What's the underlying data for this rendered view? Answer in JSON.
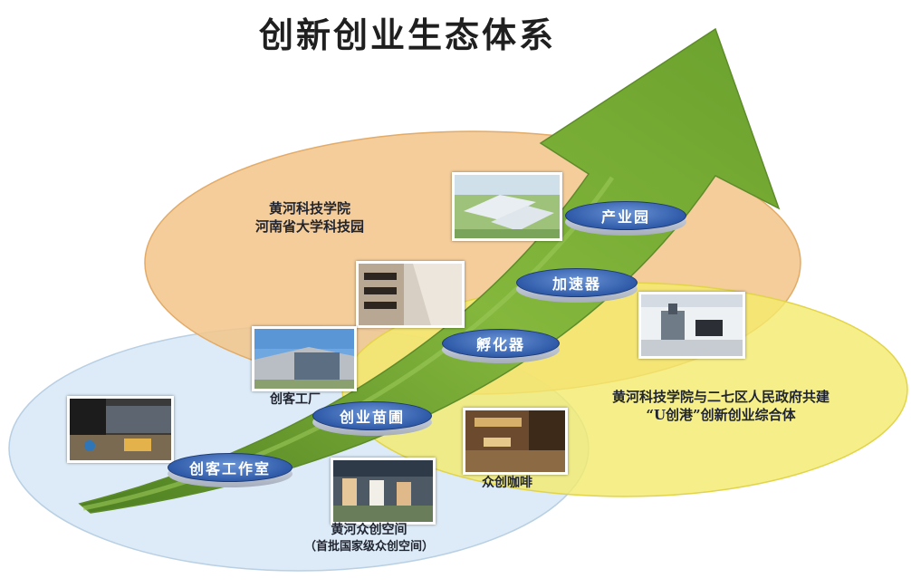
{
  "title": "创新创业生态体系",
  "zones": {
    "science_park": [
      "黄河科技学院",
      "河南省大学科技园"
    ],
    "u_chuanggang": [
      "黄河科技学院与二七区人民政府共建",
      "“U创港”创新创业综合体"
    ]
  },
  "stages": [
    "创客工作室",
    "创业苗圃",
    "孵化器",
    "加速器",
    "产业园"
  ],
  "photo_captions": {
    "maker_factory": "创客工厂",
    "cafe": "众创咖啡",
    "space": [
      "黄河众创空间",
      "（首批国家级众创空间）"
    ]
  },
  "colors": {
    "orange_zone": "#f2c48a",
    "yellow_zone": "#f3ea6a",
    "blue_zone": "#dbeaf6",
    "arrow": "#7fb63a",
    "disc": "#2f5aa8"
  }
}
